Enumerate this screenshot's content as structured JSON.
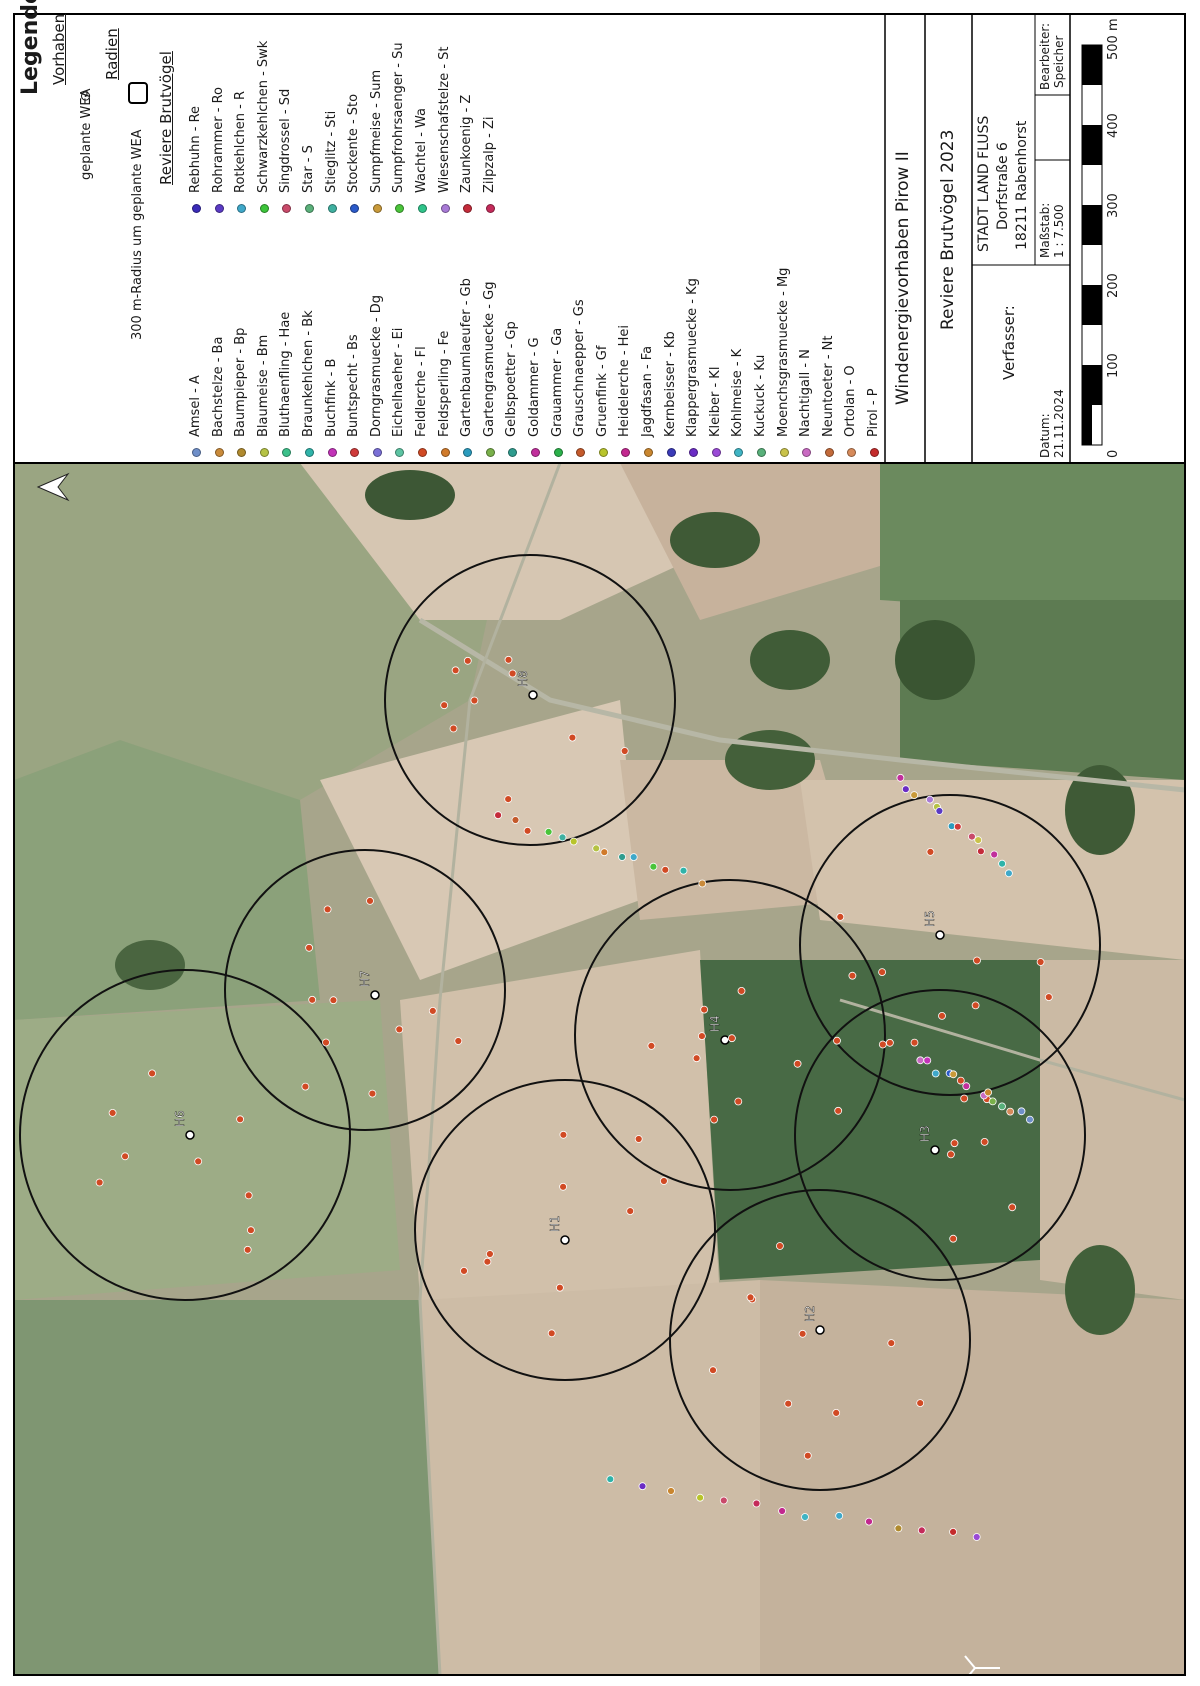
{
  "legend": {
    "title": "Legende",
    "section_vorhaben": "Vorhaben",
    "wea_label": "geplante WEA",
    "section_radien": "Radien",
    "radius_label": "300 m-Radius um geplante WEA",
    "section_reviere": "Reviere Brutvögel"
  },
  "species_col1": [
    {
      "label": "Amsel - A",
      "color": "#6f8fc9"
    },
    {
      "label": "Bachstelze - Ba",
      "color": "#c98a3a"
    },
    {
      "label": "Baumpieper - Bp",
      "color": "#b08a2e"
    },
    {
      "label": "Blaumeise - Bm",
      "color": "#b5c244"
    },
    {
      "label": "Bluthaenfling - Hae",
      "color": "#3cc08a"
    },
    {
      "label": "Braunkehlchen - Bk",
      "color": "#2fb3a9"
    },
    {
      "label": "Buchfink - B",
      "color": "#c233b8"
    },
    {
      "label": "Buntspecht - Bs",
      "color": "#cf3a3a"
    },
    {
      "label": "Dorngrasmuecke - Dg",
      "color": "#7a6fd6"
    },
    {
      "label": "Eichelhaeher - Ei",
      "color": "#5cc3a2"
    },
    {
      "label": "Feldlerche - Fl",
      "color": "#d14a24"
    },
    {
      "label": "Feldsperling - Fe",
      "color": "#d07a2a"
    },
    {
      "label": "Gartenbaumlaeufer - Gb",
      "color": "#2b9bbd"
    },
    {
      "label": "Gartengrasmuecke - Gg",
      "color": "#79b04a"
    },
    {
      "label": "Gelbspoetter - Gp",
      "color": "#2f9c8e"
    },
    {
      "label": "Goldammer - G",
      "color": "#c12f9c"
    },
    {
      "label": "Grauammer - Ga",
      "color": "#2bb04a"
    },
    {
      "label": "Grauschnaepper - Gs",
      "color": "#c45a2b"
    },
    {
      "label": "Gruenfink - Gf",
      "color": "#b8c42b"
    },
    {
      "label": "Heidelerche - Hei",
      "color": "#c2288f"
    },
    {
      "label": "Jagdfasan - Fa",
      "color": "#c9862f"
    },
    {
      "label": "Kernbeisser - Kb",
      "color": "#3a3ab8"
    },
    {
      "label": "Klappergrasmuecke - Kg",
      "color": "#6a2bc4"
    },
    {
      "label": "Kleiber - Kl",
      "color": "#9a4ad6"
    },
    {
      "label": "Kohlmeise - K",
      "color": "#3fb4c4"
    },
    {
      "label": "Kuckuck - Ku",
      "color": "#58b07a"
    },
    {
      "label": "Moenchsgrasmuecke - Mg",
      "color": "#c9c24a"
    },
    {
      "label": "Nachtigall - N",
      "color": "#c96ac2"
    },
    {
      "label": "Neuntoeter - Nt",
      "color": "#c26a3a"
    },
    {
      "label": "Ortolan - O",
      "color": "#d68a5a"
    },
    {
      "label": "Pirol - P",
      "color": "#c42b2b"
    }
  ],
  "species_col2": [
    {
      "label": "Rebhuhn - Re",
      "color": "#3a2bb8"
    },
    {
      "label": "Rohrammer - Ro",
      "color": "#5a3ac4"
    },
    {
      "label": "Rotkehlchen - R",
      "color": "#3fa8c9"
    },
    {
      "label": "Schwarzkehlchen - Swk",
      "color": "#3cc43a"
    },
    {
      "label": "Singdrossel - Sd",
      "color": "#c94a6a"
    },
    {
      "label": "Star - S",
      "color": "#5ab07a"
    },
    {
      "label": "Stieglitz - Sti",
      "color": "#3fb0a0"
    },
    {
      "label": "Stockente - Sto",
      "color": "#2a5ac9"
    },
    {
      "label": "Sumpfmeise - Sum",
      "color": "#c99a3a"
    },
    {
      "label": "Sumpfrohrsaenger - Su",
      "color": "#4ac43a"
    },
    {
      "label": "Wachtel - Wa",
      "color": "#2fc48a"
    },
    {
      "label": "Wiesenschafstelze - St",
      "color": "#a87ad6"
    },
    {
      "label": "Zaunkoenig - Z",
      "color": "#c42b3a"
    },
    {
      "label": "Zilpzalp - Zi",
      "color": "#c42b5a"
    }
  ],
  "title_block": {
    "project": "Windenergievorhaben Pirow II",
    "map_title": "Reviere Brutvögel 2023",
    "author_label": "Verfasser:",
    "company": "STADT LAND FLUSS",
    "street": "Dorfstraße 6",
    "city": "18211 Rabenhorst",
    "date_label": "Datum:",
    "date": "21.11.2024",
    "scale_label": "Maßstab:",
    "scale": "1 : 7.500",
    "editor_label": "Bearbeiter:",
    "editor": "Speicher",
    "scalebar_ticks": [
      "0",
      "100",
      "200",
      "300",
      "400",
      "500 m"
    ]
  },
  "map": {
    "turbines": [
      "H1",
      "H2",
      "H3",
      "H4",
      "H5",
      "H6",
      "H7",
      "H8"
    ],
    "colors": {
      "field_light": "#c9b8a4",
      "field_green": "#5e7a52",
      "forest": "#3f5a36",
      "buffer_line": "#111111"
    }
  }
}
